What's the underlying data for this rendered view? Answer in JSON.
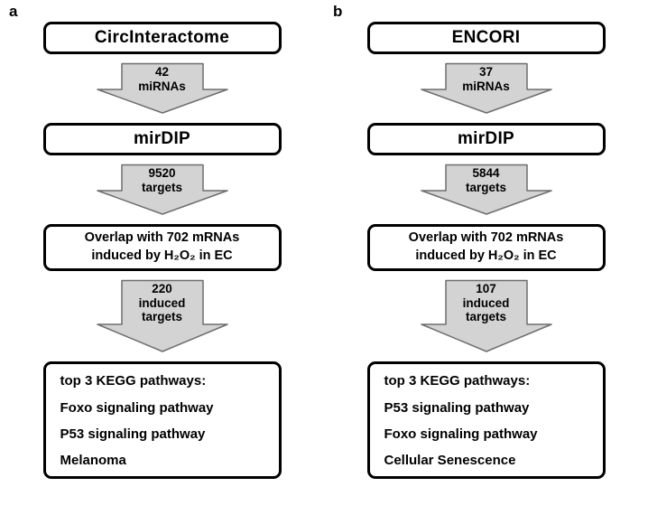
{
  "colors": {
    "background": "#ffffff",
    "box_border": "#000000",
    "arrow_fill": "#d3d3d3",
    "arrow_stroke": "#6e6e6e",
    "text": "#000000"
  },
  "panels": [
    {
      "label": "a",
      "source_box": "CircInteractome",
      "arrow1": "42\nmiRNAs",
      "mirdip_box": "mirDIP",
      "arrow2": "9520\ntargets",
      "overlap_box": "Overlap with 702 mRNAs\ninduced by H₂O₂ in EC",
      "arrow3": "220\ninduced\ntargets",
      "kegg_title": "top 3 KEGG pathways:",
      "kegg_items": [
        "Foxo signaling pathway",
        "P53 signaling pathway",
        "Melanoma"
      ]
    },
    {
      "label": "b",
      "source_box": "ENCORI",
      "arrow1": "37\nmiRNAs",
      "mirdip_box": "mirDIP",
      "arrow2": "5844\ntargets",
      "overlap_box": "Overlap with 702 mRNAs\ninduced by H₂O₂ in EC",
      "arrow3": "107\ninduced\ntargets",
      "kegg_title": "top 3 KEGG pathways:",
      "kegg_items": [
        "P53 signaling pathway",
        "Foxo signaling pathway",
        "Cellular Senescence"
      ]
    }
  ]
}
